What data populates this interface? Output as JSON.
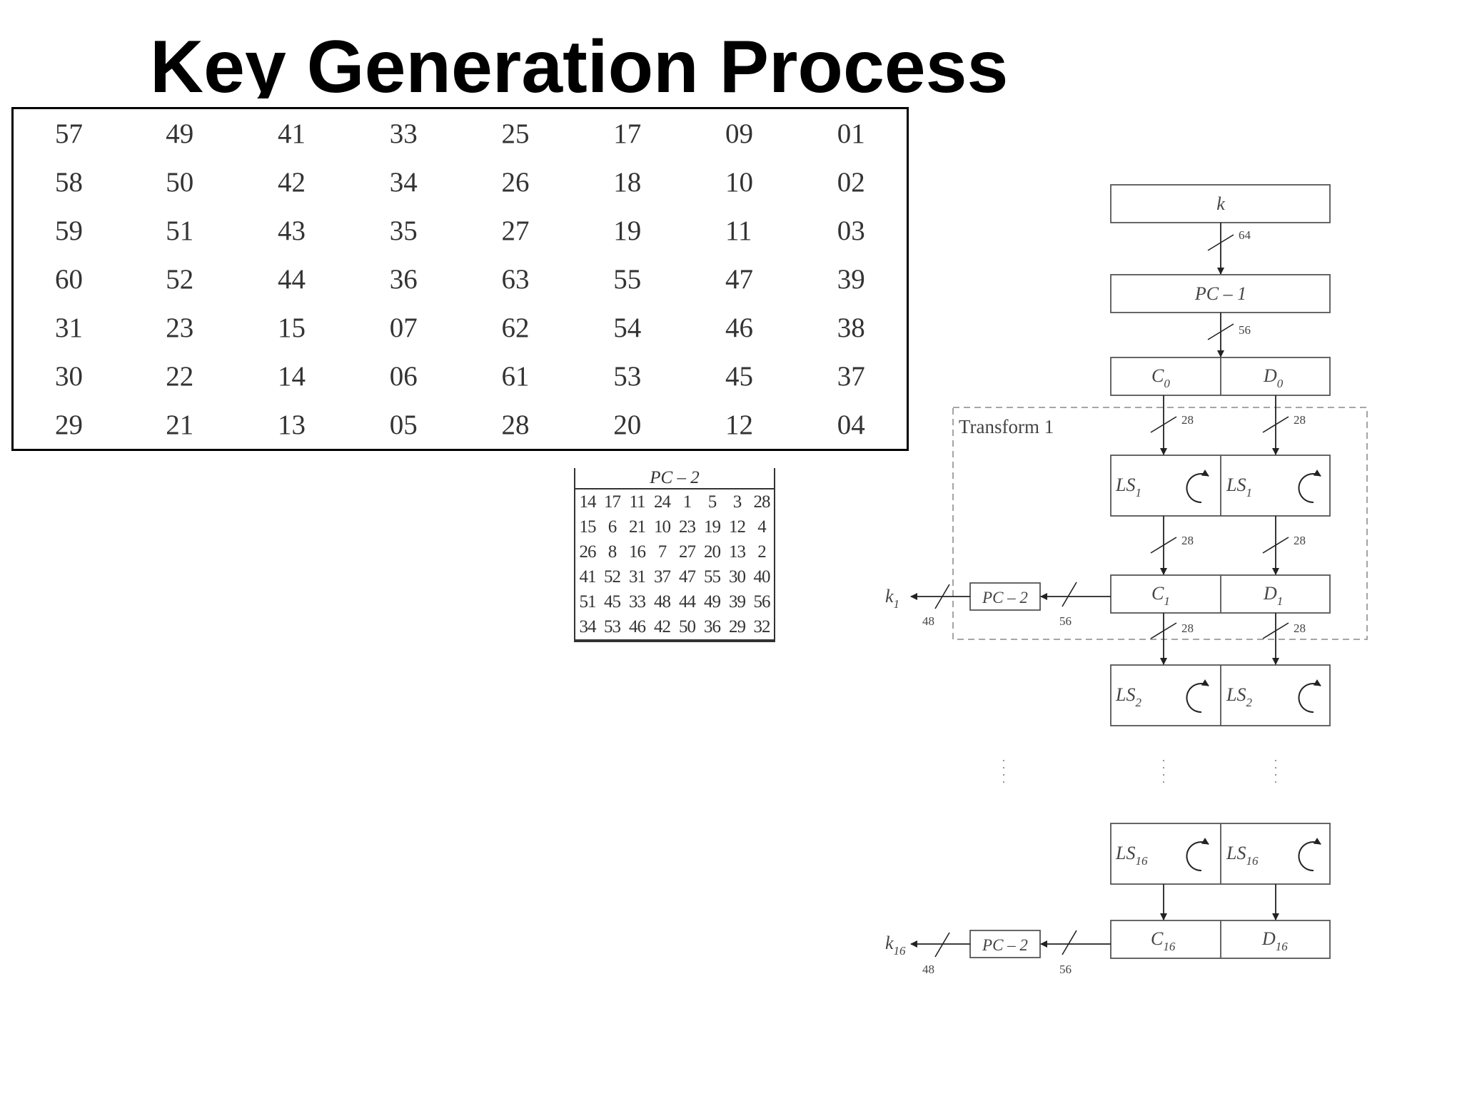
{
  "title": "Key Generation Process",
  "pc1_table": {
    "rows": [
      [
        "57",
        "49",
        "41",
        "33",
        "25",
        "17",
        "09",
        "01"
      ],
      [
        "58",
        "50",
        "42",
        "34",
        "26",
        "18",
        "10",
        "02"
      ],
      [
        "59",
        "51",
        "43",
        "35",
        "27",
        "19",
        "11",
        "03"
      ],
      [
        "60",
        "52",
        "44",
        "36",
        "63",
        "55",
        "47",
        "39"
      ],
      [
        "31",
        "23",
        "15",
        "07",
        "62",
        "54",
        "46",
        "38"
      ],
      [
        "30",
        "22",
        "14",
        "06",
        "61",
        "53",
        "45",
        "37"
      ],
      [
        "29",
        "21",
        "13",
        "05",
        "28",
        "20",
        "12",
        "04"
      ]
    ]
  },
  "pc2_table": {
    "title": "PC – 2",
    "rows": [
      [
        "14",
        "17",
        "11",
        "24",
        "1",
        "5",
        "3",
        "28"
      ],
      [
        "15",
        "6",
        "21",
        "10",
        "23",
        "19",
        "12",
        "4"
      ],
      [
        "26",
        "8",
        "16",
        "7",
        "27",
        "20",
        "13",
        "2"
      ],
      [
        "41",
        "52",
        "31",
        "37",
        "47",
        "55",
        "30",
        "40"
      ],
      [
        "51",
        "45",
        "33",
        "48",
        "44",
        "49",
        "39",
        "56"
      ],
      [
        "34",
        "53",
        "46",
        "42",
        "50",
        "36",
        "29",
        "32"
      ]
    ]
  },
  "diagram": {
    "key_label": "k",
    "pc1_label": "PC – 1",
    "pc2_label": "PC – 2",
    "transform_label": "Transform 1",
    "bit_64": "64",
    "bit_56": "56",
    "bit_28": "28",
    "bit_48": "48",
    "C0": {
      "base": "C",
      "sub": "0"
    },
    "D0": {
      "base": "D",
      "sub": "0"
    },
    "LS1": {
      "base": "LS",
      "sub": "1"
    },
    "C1": {
      "base": "C",
      "sub": "1"
    },
    "D1": {
      "base": "D",
      "sub": "1"
    },
    "LS2": {
      "base": "LS",
      "sub": "2"
    },
    "LS16": {
      "base": "LS",
      "sub": "16"
    },
    "C16": {
      "base": "C",
      "sub": "16"
    },
    "D16": {
      "base": "D",
      "sub": "16"
    },
    "k1": {
      "base": "k",
      "sub": "1"
    },
    "k16": {
      "base": "k",
      "sub": "16"
    }
  }
}
